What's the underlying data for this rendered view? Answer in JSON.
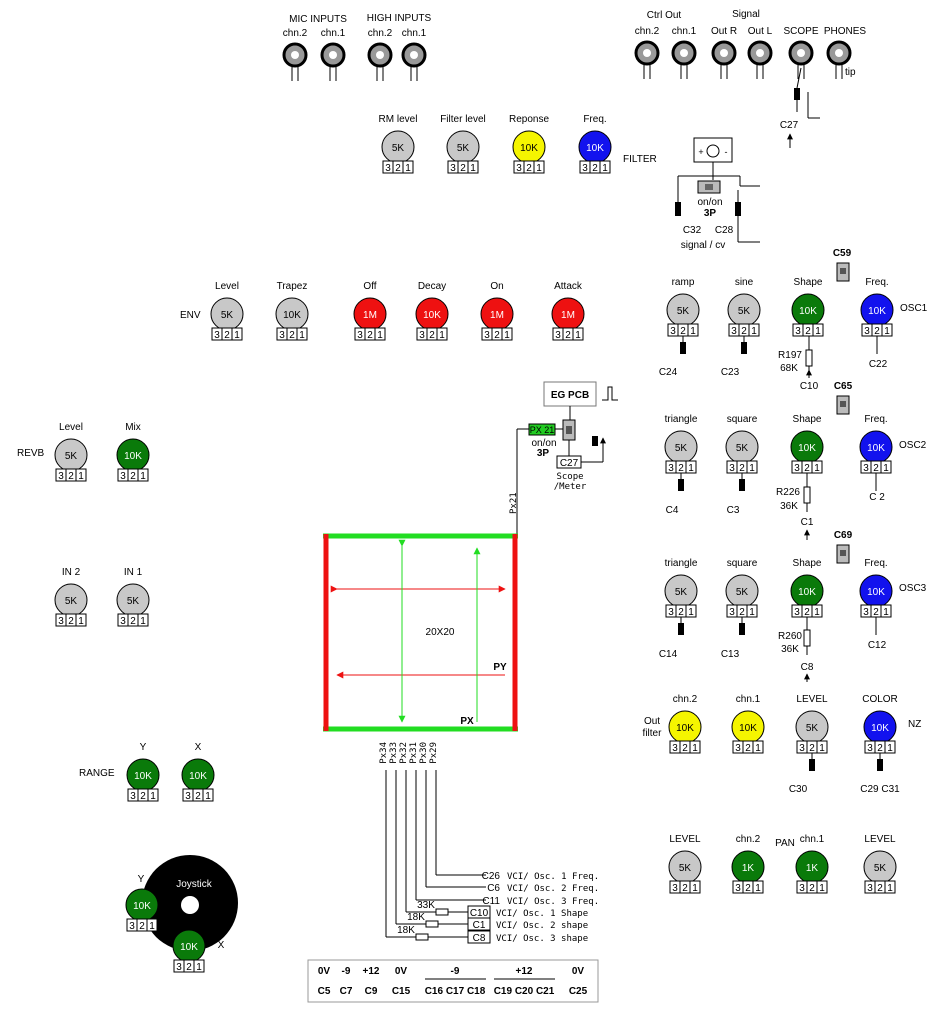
{
  "colors": {
    "grey": "#c8c8c8",
    "green": "#0a7a0a",
    "blue": "#1212ee",
    "yellow": "#f5f500",
    "red": "#ee1111",
    "matrix_green": "#22dd22",
    "matrix_red": "#ee1111",
    "switch_green": "#22cc22"
  },
  "pot_pins": [
    "3",
    "2",
    "1"
  ],
  "labels": {
    "mic_inputs": "MIC INPUTS",
    "high_inputs": "HIGH INPUTS",
    "ctrl_out": "Ctrl Out",
    "signal": "Signal",
    "scope": "SCOPE",
    "phones": "PHONES",
    "tip": "tip",
    "chn2": "chn.2",
    "chn1": "chn.1",
    "out_r": "Out R",
    "out_l": "Out L",
    "c27_top": "C27",
    "filter": "FILTER",
    "on_on": "on/on",
    "three_p": "3P",
    "c32": "C32",
    "c28": "C28",
    "signal_cv": "signal / cv",
    "plus": "+",
    "minus": "-",
    "env": "ENV",
    "osc1": "OSC1",
    "osc2": "OSC2",
    "osc3": "OSC3",
    "nz": "NZ",
    "revb": "REVB",
    "range": "RANGE",
    "eg_pcb": "EG PCB",
    "px21": "PX 21",
    "px21_vert": "Px21",
    "c27_mid": "C27",
    "scope_meter_1": "Scope",
    "scope_meter_2": "/Meter",
    "matrix_size": "20X20",
    "py": "PY",
    "px": "PX",
    "joystick": "Joystick",
    "joy_y": "Y",
    "joy_x": "X",
    "c59": "C59",
    "c65": "C65",
    "c69": "C69",
    "r197": "R197",
    "r197v": "68K",
    "c10": "C10",
    "r226": "R226",
    "r226v": "36K",
    "c1": "C1",
    "r260": "R260",
    "r260v": "36K",
    "c8": "C8",
    "out_filter_1": "Out",
    "out_filter_2": "filter",
    "pan": "PAN"
  },
  "pots": [
    {
      "label": "RM level",
      "value": "5K",
      "color": "grey"
    },
    {
      "label": "Filter level",
      "value": "5K",
      "color": "grey"
    },
    {
      "label": "Reponse",
      "value": "10K",
      "color": "yellow"
    },
    {
      "label": "Freq.",
      "value": "10K",
      "color": "blue"
    },
    {
      "label": "Level",
      "value": "5K",
      "color": "grey"
    },
    {
      "label": "Trapez",
      "value": "10K",
      "color": "grey"
    },
    {
      "label": "Off",
      "value": "1M",
      "color": "red"
    },
    {
      "label": "Decay",
      "value": "10K",
      "color": "red"
    },
    {
      "label": "On",
      "value": "1M",
      "color": "red"
    },
    {
      "label": "Attack",
      "value": "1M",
      "color": "red"
    },
    {
      "label": "ramp",
      "value": "5K",
      "color": "grey"
    },
    {
      "label": "sine",
      "value": "5K",
      "color": "grey"
    },
    {
      "label": "Shape",
      "value": "10K",
      "color": "green"
    },
    {
      "label": "Freq.",
      "value": "10K",
      "color": "blue"
    },
    {
      "label": "triangle",
      "value": "5K",
      "color": "grey"
    },
    {
      "label": "square",
      "value": "5K",
      "color": "grey"
    },
    {
      "label": "Shape",
      "value": "10K",
      "color": "green"
    },
    {
      "label": "Freq.",
      "value": "10K",
      "color": "blue"
    },
    {
      "label": "triangle",
      "value": "5K",
      "color": "grey"
    },
    {
      "label": "square",
      "value": "5K",
      "color": "grey"
    },
    {
      "label": "Shape",
      "value": "10K",
      "color": "green"
    },
    {
      "label": "Freq.",
      "value": "10K",
      "color": "blue"
    },
    {
      "label": "Level",
      "value": "5K",
      "color": "grey"
    },
    {
      "label": "Mix",
      "value": "10K",
      "color": "green"
    },
    {
      "label": "IN 2",
      "value": "5K",
      "color": "grey"
    },
    {
      "label": "IN 1",
      "value": "5K",
      "color": "grey"
    },
    {
      "label": "Y",
      "value": "10K",
      "color": "green"
    },
    {
      "label": "X",
      "value": "10K",
      "color": "green"
    },
    {
      "label": "chn.2",
      "value": "10K",
      "color": "yellow"
    },
    {
      "label": "chn.1",
      "value": "10K",
      "color": "yellow"
    },
    {
      "label": "LEVEL",
      "value": "5K",
      "color": "grey"
    },
    {
      "label": "COLOR",
      "value": "10K",
      "color": "blue"
    },
    {
      "label": "LEVEL",
      "value": "5K",
      "color": "grey"
    },
    {
      "label": "chn.2",
      "value": "1K",
      "color": "green"
    },
    {
      "label": "chn.1",
      "value": "1K",
      "color": "green"
    },
    {
      "label": "LEVEL",
      "value": "5K",
      "color": "grey"
    },
    {
      "label": "",
      "value": "10K",
      "color": "green"
    },
    {
      "label": "",
      "value": "10K",
      "color": "green"
    }
  ],
  "cap_labels": [
    "C24",
    "C23",
    "C22",
    "C4",
    "C3",
    "C 2",
    "C14",
    "C13",
    "C12",
    "C30",
    "C29 C31"
  ],
  "matrix_taps": [
    "Px34",
    "Px33",
    "Px32",
    "Px31",
    "Px30",
    "Px29"
  ],
  "matrix_outputs": [
    {
      "cap": "C26",
      "desc": "VCI/ Osc. 1 Freq."
    },
    {
      "cap": "C6",
      "desc": "VCI/ Osc. 2 Freq."
    },
    {
      "cap": "C11",
      "desc": "VCI/ Osc. 3 Freq."
    },
    {
      "cap": "C10",
      "desc": "VCI/ Osc. 1 Shape",
      "res": "33K"
    },
    {
      "cap": "C1",
      "desc": "VCI/ Osc. 2 shape",
      "res": "18K"
    },
    {
      "cap": "C8",
      "desc": "VCI/ Osc. 3 shape",
      "res": "18K"
    }
  ],
  "voltage_table": {
    "headers": [
      "0V",
      "-9",
      "+12",
      "0V",
      "-9",
      "+12",
      "0V"
    ],
    "caps": [
      "C5",
      "C7",
      "C9",
      "C15",
      "C16 C17 C18",
      "C19 C20 C21",
      "C25"
    ]
  }
}
